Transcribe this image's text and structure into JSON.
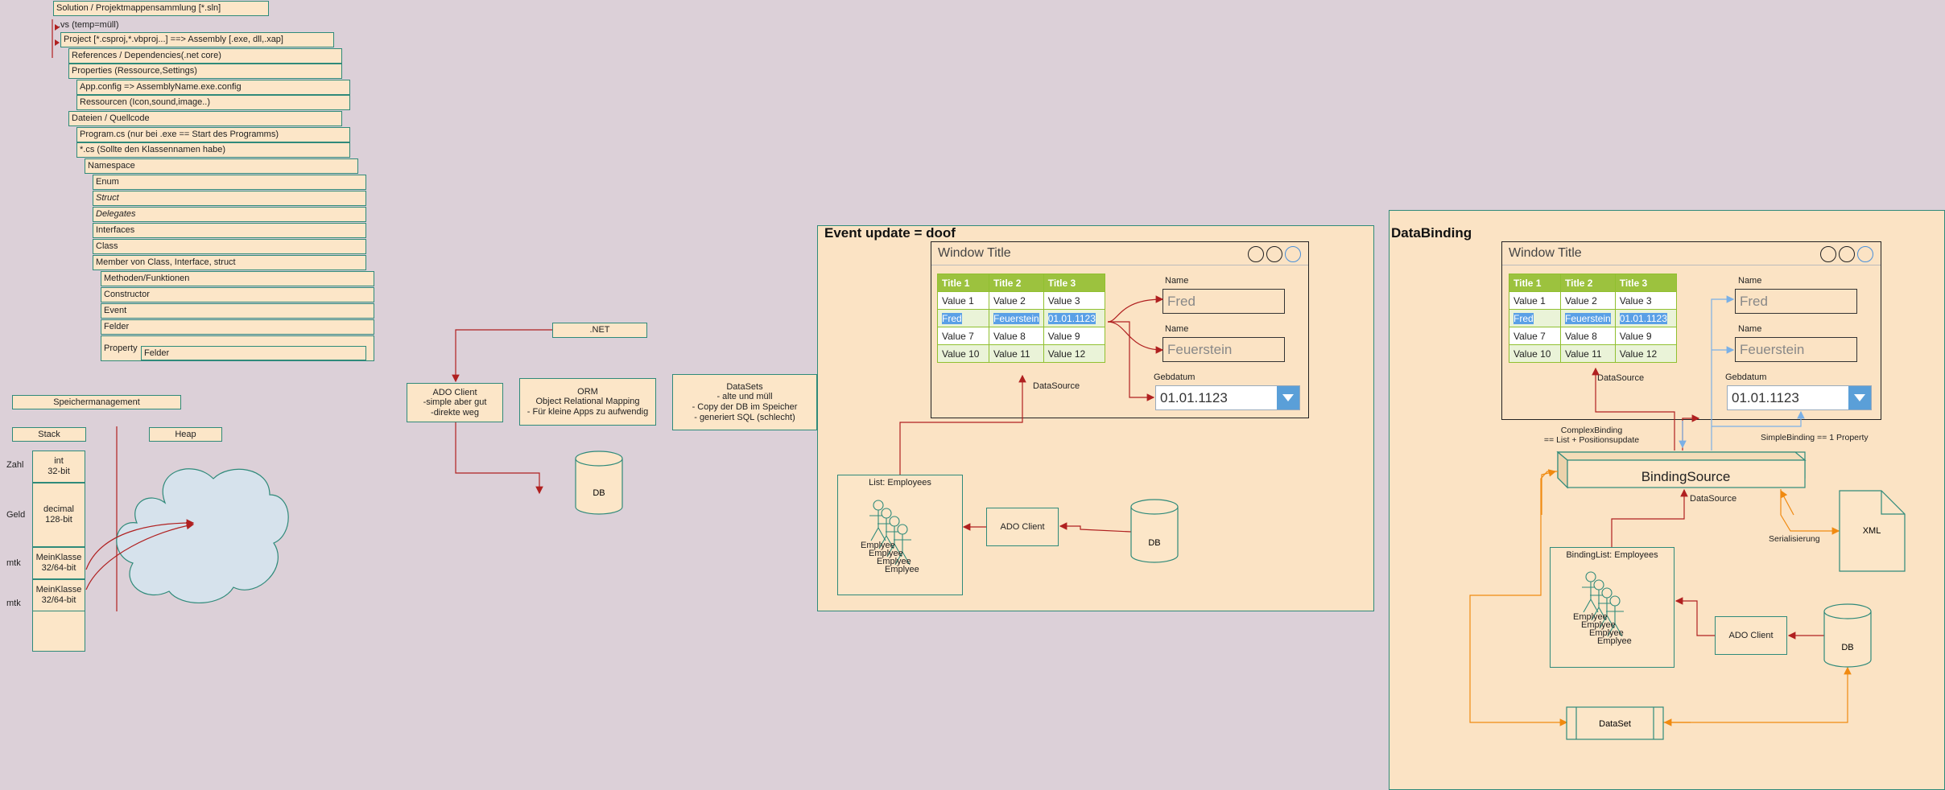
{
  "tree": [
    "Solution / Projektmappensammlung [*.sln]",
    ".vs (temp=müll)",
    "Project [*.csproj,*.vbproj...] ==> Assembly [.exe, dll,.xap]",
    "References / Dependencies(.net core)",
    "Properties (Ressource,Settings)",
    "App.config => AssemblyName.exe.config",
    "Ressourcen (Icon,sound,image..)",
    "Dateien / Quellcode",
    "Program.cs (nur bei .exe == Start des Programms)",
    "*.cs (Sollte den Klassennamen habe)",
    "Namespace",
    "Enum",
    "Struct",
    "Delegates",
    "Interfaces",
    "Class",
    "Member von Class, Interface, struct",
    "Methoden/Funktionen",
    "Constructor",
    "Event",
    "Felder",
    "Property",
    "Felder"
  ],
  "memory": {
    "title": "Speichermanagement",
    "stack": "Stack",
    "heap": "Heap",
    "rows": [
      {
        "label": "Zahl",
        "cell": "int\n32-bit"
      },
      {
        "label": "Geld",
        "cell": "decimal\n128-bit"
      },
      {
        "label": "mtk",
        "cell": "MeinKlasse\n32/64-bit"
      },
      {
        "label": "mtk",
        "cell": "MeinKlasse\n32/64-bit"
      }
    ],
    "heap_cells": [
      "",
      "",
      "",
      ""
    ]
  },
  "middle": {
    "dotnet": ".NET",
    "ado": "ADO Client\n-simple aber gut\n-direkte weg",
    "orm": "ORM\nObject Relational Mapping\n- Für kleine Apps zu aufwendig",
    "datasets": "DataSets\n- alte und müll\n- Copy der DB im Speicher\n- generiert SQL (schlecht)",
    "db": "DB"
  },
  "event_panel": {
    "title": "Event update = doof",
    "window_title": "Window Title",
    "datasource": "DataSource",
    "list_title": "List: Employees",
    "actors": [
      "Emplyee",
      "Emplyee",
      "Emplyee",
      "Emplyee"
    ],
    "ado": "ADO Client",
    "db": "DB"
  },
  "databinding_panel": {
    "title": "DataBinding",
    "window_title": "Window Title",
    "datasource_top": "DataSource",
    "complex_binding": "ComplexBinding\n== List + Positionsupdate",
    "simple_binding": "SimpleBinding == 1 Property",
    "binding_source": "BindingSource",
    "datasource_bottom": "DataSource",
    "xml": "XML",
    "serialisierung": "Serialisierung",
    "bindinglist_title": "BindingList: Employees",
    "actors": [
      "Emplyee",
      "Emplyee",
      "Emplyee",
      "Emplyee"
    ],
    "ado": "ADO Client",
    "db": "DB",
    "dataset": "DataSet"
  },
  "form": {
    "headers": [
      "Title 1",
      "Title 2",
      "Title 3"
    ],
    "rows": [
      [
        "Value 1",
        "Value 2",
        "Value 3"
      ],
      [
        "Fred",
        "Feuerstein",
        "01.01.1123"
      ],
      [
        "Value 7",
        "Value 8",
        "Value 9"
      ],
      [
        "Value 10",
        "Value 11",
        "Value 12"
      ]
    ],
    "name_label": "Name",
    "first_name": "Fred",
    "last_name": "Feuerstein",
    "birth_label": "Gebdatum",
    "birth_value": "01.01.1123"
  },
  "colors": {
    "background": "#dcd0d8",
    "box_fill": "#fce6c8",
    "box_border": "#2f8a7a",
    "arrow_red": "#b02020",
    "arrow_orange": "#f08a10",
    "arrow_blue": "#7ab0e6",
    "grid_header": "#9cc23e",
    "selection": "#5aa0e6"
  }
}
